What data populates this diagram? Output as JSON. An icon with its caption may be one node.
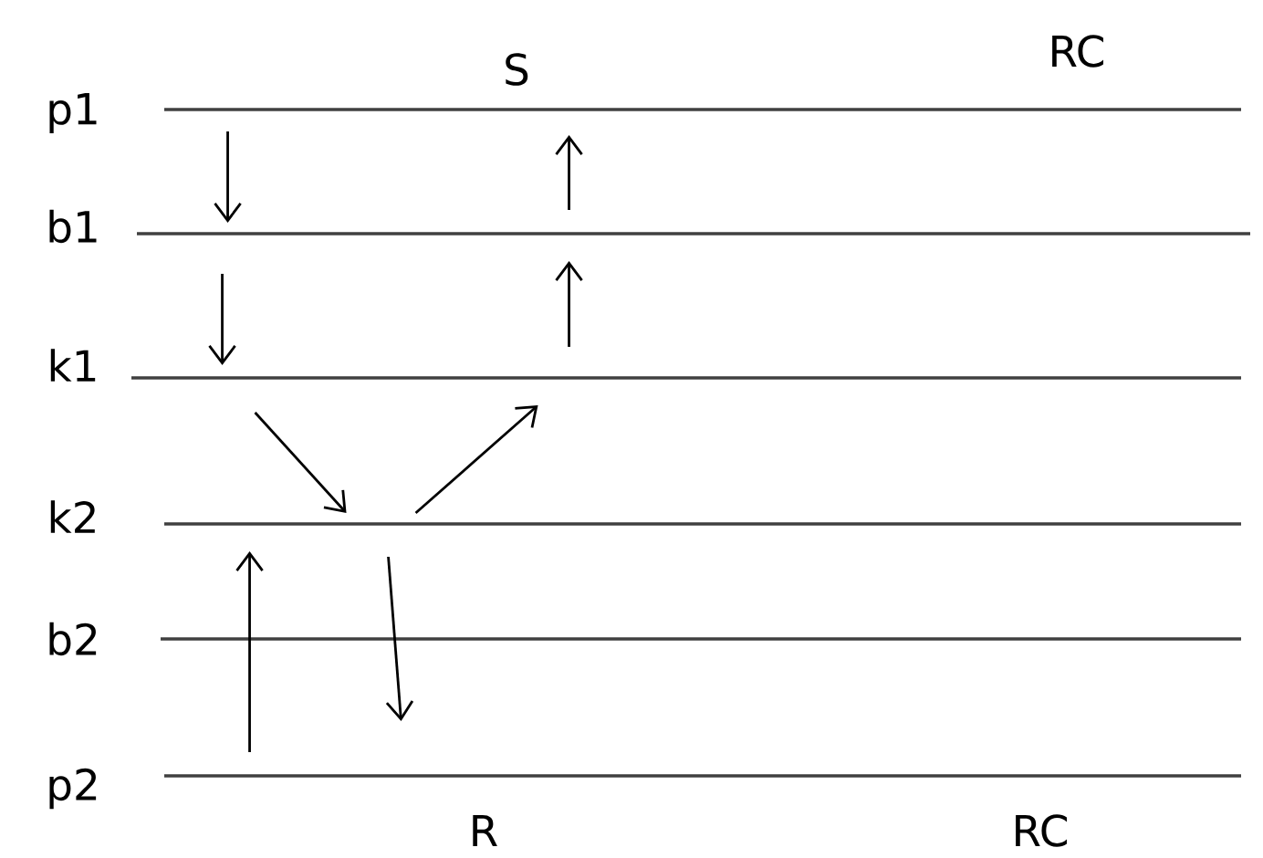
{
  "diagram": {
    "nodes": [
      {
        "text": [
          "p1"
        ]
      },
      {
        "text": [
          "b1"
        ]
      },
      {
        "text": [
          "k1"
        ]
      },
      {
        "text": [
          "k2"
        ]
      },
      {
        "text": [
          "b2"
        ]
      },
      {
        "text": [
          "p2"
        ]
      }
    ],
    "edges": [
      {
        "from": 0,
        "to": 1,
        "arrow": "to"
      },
      {
        "from": 1,
        "to": 2,
        "arrow": "to"
      },
      {
        "from": 2,
        "to": 3,
        "arrow": "to"
      },
      {
        "from": 3,
        "to": 2,
        "arrow": "to"
      },
      {
        "from": 2,
        "to": 1,
        "arrow": "to"
      },
      {
        "from": 1,
        "to": 0,
        "arrow": "to"
      },
      {
        "from": 5,
        "to": 3,
        "arrow": "to"
      },
      {
        "from": 3,
        "to": 5,
        "arrow": "to"
      }
    ],
    "labels": [
      "S",
      "RC",
      "R",
      "RC"
    ]
  }
}
